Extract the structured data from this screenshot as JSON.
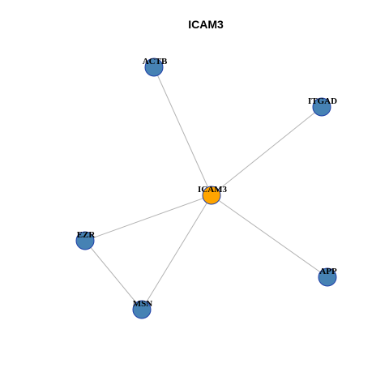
{
  "title": "ICAM3",
  "colors": {
    "hub": "#ffa500",
    "neighbor": "#4682b4",
    "node_border": "#1f3fa8",
    "edge": "#b3b3b3"
  },
  "nodes": [
    {
      "id": "ICAM3",
      "label": "ICAM3",
      "role": "hub"
    },
    {
      "id": "ACTB",
      "label": "ACTB",
      "role": "neighbor"
    },
    {
      "id": "ITGAD",
      "label": "ITGAD",
      "role": "neighbor"
    },
    {
      "id": "EZR",
      "label": "EZR",
      "role": "neighbor"
    },
    {
      "id": "APP",
      "label": "APP",
      "role": "neighbor"
    },
    {
      "id": "MSN",
      "label": "MSN",
      "role": "neighbor"
    }
  ],
  "edges": [
    [
      "ICAM3",
      "ACTB"
    ],
    [
      "ICAM3",
      "ITGAD"
    ],
    [
      "ICAM3",
      "EZR"
    ],
    [
      "ICAM3",
      "APP"
    ],
    [
      "ICAM3",
      "MSN"
    ],
    [
      "EZR",
      "MSN"
    ]
  ]
}
